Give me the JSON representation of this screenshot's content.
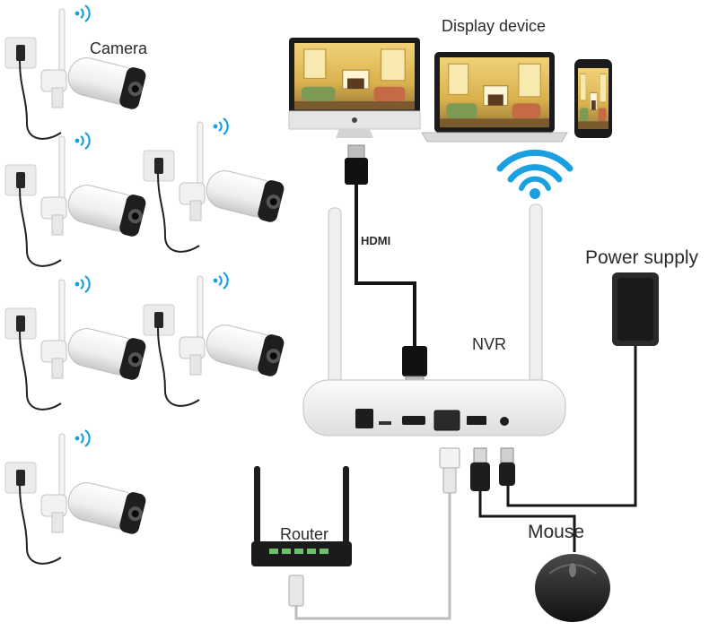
{
  "labels": {
    "camera": "Camera",
    "display_device": "Display device",
    "hdmi": "HDMI",
    "nvr": "NVR",
    "power_supply": "Power supply",
    "router": "Router",
    "mouse": "Mouse"
  },
  "colors": {
    "text": "#2b2b2b",
    "wifi_blue": "#1aa0e0",
    "cable_dark": "#1a1a1a",
    "cable_grey": "#b9b9b9",
    "device_white": "#f1f1f1",
    "wall_plate": "#e8e8e8",
    "room_yellow": "#e9c75a"
  },
  "icons": [
    "wifi-signal-icon",
    "camera-wifi-icon",
    "hdmi-plug-icon",
    "rj45-plug-icon",
    "usb-plug-icon",
    "dc-plug-icon"
  ]
}
